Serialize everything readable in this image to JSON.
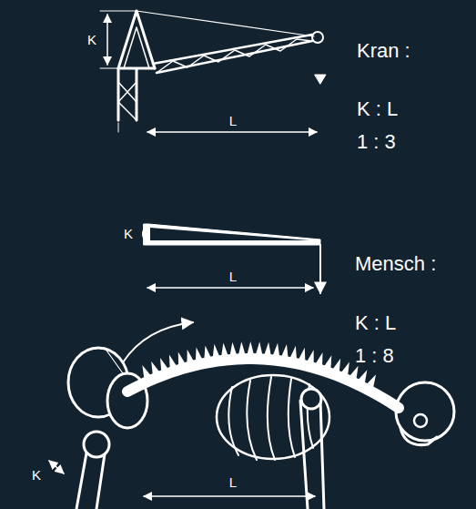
{
  "diagram": {
    "labels": [
      "K",
      "L",
      "Kran :",
      "K : L",
      "1 : 3",
      "K",
      "L",
      "Mensch :",
      "K : L",
      "1 : 8",
      "K",
      "L"
    ]
  }
}
